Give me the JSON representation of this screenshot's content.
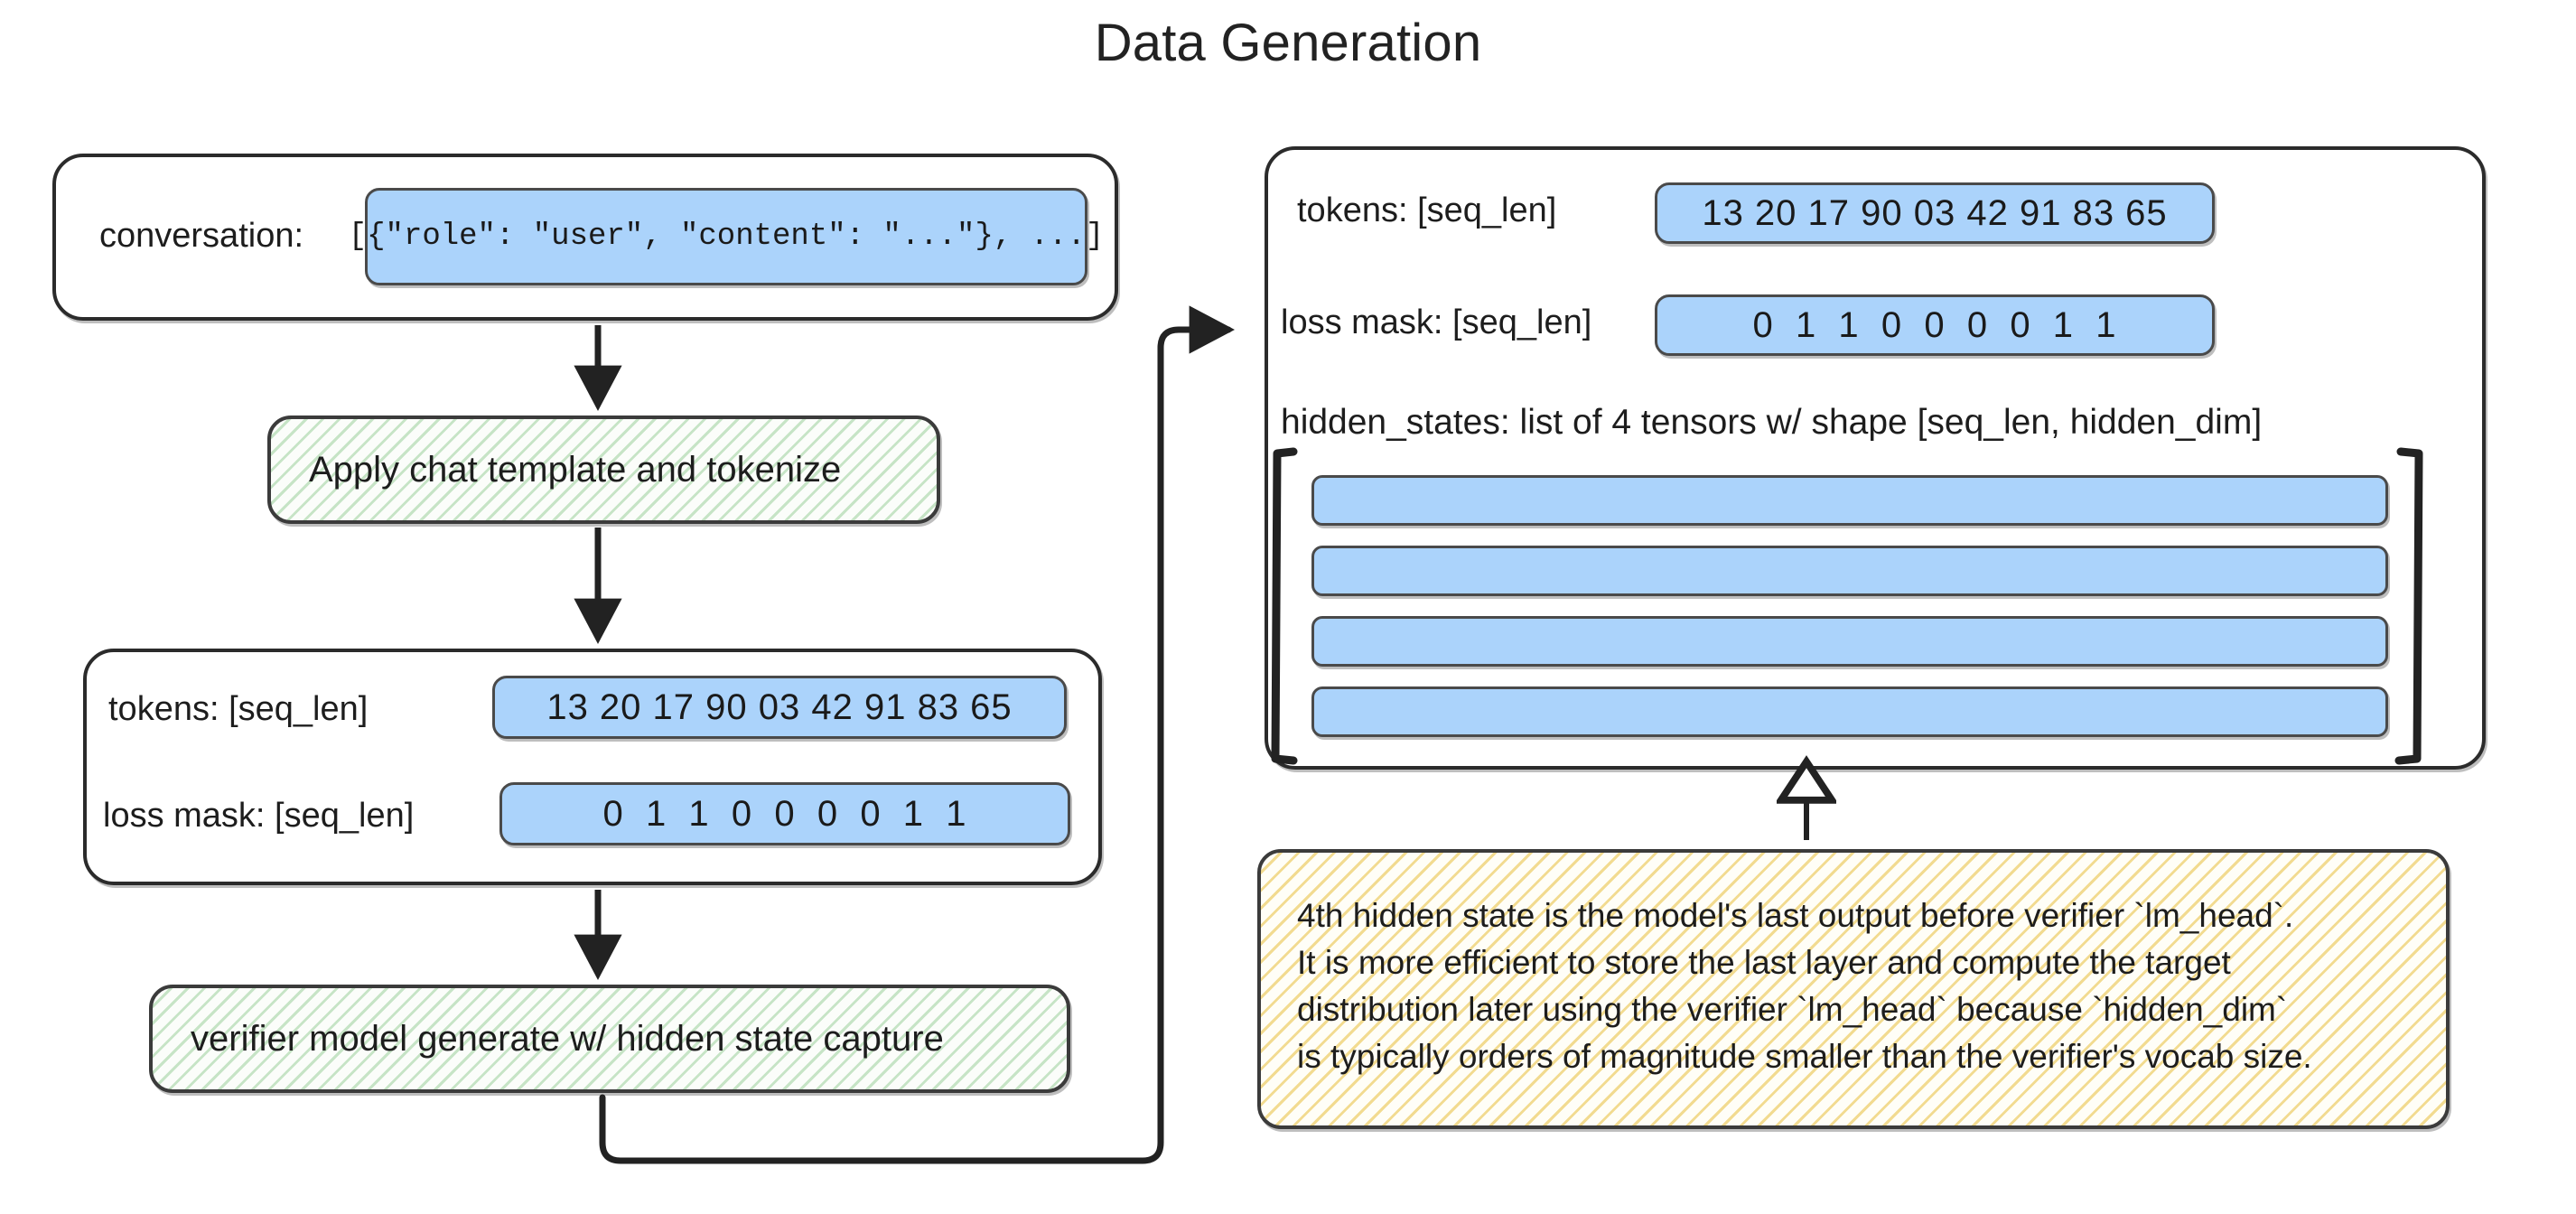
{
  "title": "Data Generation",
  "left": {
    "conversation_box": {
      "label": "conversation:",
      "value": "[{\"role\": \"user\", \"content\": \"...\"}, ...]"
    },
    "step_tokenize": "Apply chat template and tokenize",
    "tensor_box": {
      "tokens_label": "tokens: [seq_len]",
      "tokens_value": "13 20 17 90 03 42 91 83 65",
      "loss_mask_label": "loss mask: [seq_len]",
      "loss_mask_value": "0  1  1  0  0  0  0  1  1"
    },
    "step_generate": "verifier model generate w/ hidden state capture"
  },
  "right": {
    "output_box": {
      "tokens_label": "tokens: [seq_len]",
      "tokens_value": "13 20 17 90 03 42 91 83 65",
      "loss_mask_label": "loss mask: [seq_len]",
      "loss_mask_value": "0  1  1  0  0  0  0  1  1",
      "hidden_states_label": "hidden_states: list of 4 tensors w/ shape [seq_len, hidden_dim]",
      "hidden_state_bars": [
        "",
        "",
        "",
        ""
      ]
    },
    "note": {
      "lines": [
        "4th hidden state is the model's last output before verifier `lm_head`.",
        "It is more efficient to store the last layer and compute the target",
        "distribution later using the verifier `lm_head` because `hidden_dim`",
        "is typically orders of magnitude smaller than the verifier's vocab size."
      ]
    }
  },
  "colors": {
    "chip_blue": "#abd3fb",
    "process_green": "#7abe78",
    "note_yellow": "#e8be3c",
    "stroke": "#2b2b2b"
  }
}
